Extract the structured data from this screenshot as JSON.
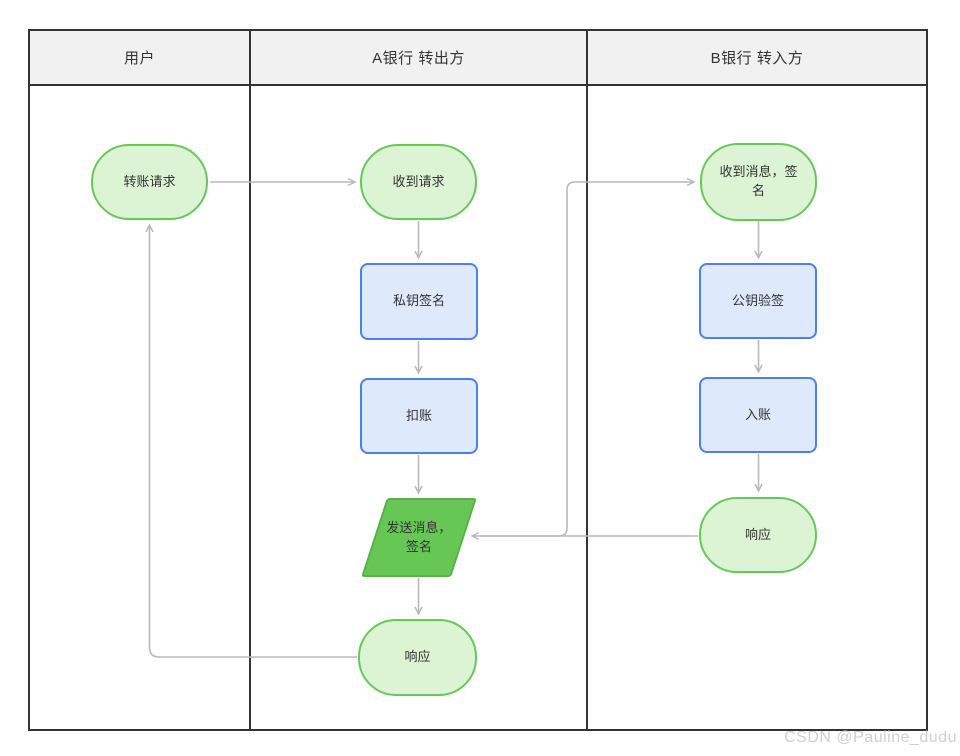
{
  "lanes": [
    {
      "label": "用户"
    },
    {
      "label": "A银行 转出方"
    },
    {
      "label": "B银行 转入方"
    }
  ],
  "nodes": {
    "transfer_request": {
      "label": "转账请求",
      "type": "terminal"
    },
    "receive_request": {
      "label": "收到请求",
      "type": "terminal"
    },
    "private_key_sign": {
      "label": "私钥签名",
      "type": "process"
    },
    "debit": {
      "label": "扣账",
      "type": "process"
    },
    "send_message_sign": {
      "label": "发送消息，签名",
      "type": "io"
    },
    "response_a": {
      "label": "响应",
      "type": "terminal"
    },
    "receive_message_sign": {
      "label": "收到消息，签名",
      "type": "terminal"
    },
    "public_key_verify": {
      "label": "公钥验签",
      "type": "process"
    },
    "credit": {
      "label": "入账",
      "type": "process"
    },
    "response_b": {
      "label": "响应",
      "type": "terminal"
    }
  },
  "watermark": "CSDN @Pauline_dudu",
  "colors": {
    "lane_border": "#333333",
    "lane_header_bg": "#f1f1f1",
    "terminal_fill": "#dcf3d4",
    "terminal_border": "#68c75a",
    "process_fill": "#dfe9fc",
    "process_border": "#4d7ef2",
    "io_fill": "#66c755",
    "io_border": "#55b246",
    "connector": "#b9b9b9",
    "text": "#333333",
    "watermark_text": "#cfcfcf"
  }
}
